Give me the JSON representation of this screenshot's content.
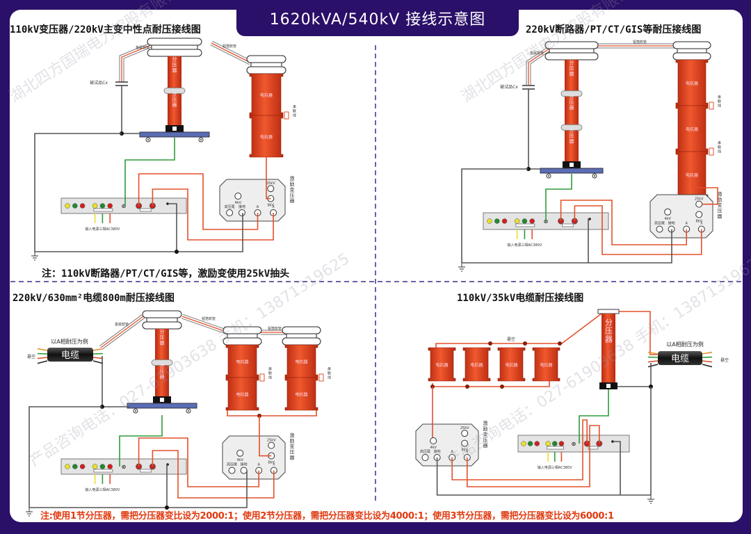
{
  "header": {
    "title": "1620kVA/540kV 接线示意图"
  },
  "panels": {
    "top_left": {
      "title": "110kV变压器/220kV主变中性点耐压接线图",
      "note": "注：110kV断路器/PT/CT/GIS等，激励变使用25kV抽头"
    },
    "top_right": {
      "title": "220kV断路器/PT/CT/GIS等耐压接线图"
    },
    "bottom_left": {
      "title": "220kV/630mm²电缆800m耐压接线图"
    },
    "bottom_right": {
      "title": "110kV/35kV电缆耐压接线图"
    }
  },
  "labels": {
    "divider": "分压器",
    "reactor": "电抗器",
    "series_wire": "串联线",
    "test_object": "被试品Cx",
    "exciter": "激励变压器",
    "hv_tail": "高压尾",
    "ground": "接地",
    "terminal_a": "A",
    "terminal_x": "X",
    "tap_4kv": "4kV",
    "tap_25kv": "25kV",
    "tap_8kv": "8kV",
    "power_input": "输入电源三相AC380V",
    "hose": "铝箔软管",
    "hose_left": "金属软管",
    "cable": "电缆",
    "phase_example": "以A相耐压为例",
    "floating": "悬空"
  },
  "footer_note": "注:使用1节分压器，需把分压器变比设为2000:1；使用2节分压器，需把分压器变比设为4000:1；使用3节分压器，需把分压器变比设为6000:1",
  "watermark": {
    "company": "湖北四方国瑞电力控股有限公司",
    "phone": "产品咨询电话：027-61903638 手机：13871319625"
  },
  "colors": {
    "background": "#2a1068",
    "reactor_red": "#e0421e",
    "platform_blue": "#5a6db5",
    "wire_red": "#e2502a",
    "wire_green": "#2f9a3c",
    "note_red": "#e03a10"
  }
}
